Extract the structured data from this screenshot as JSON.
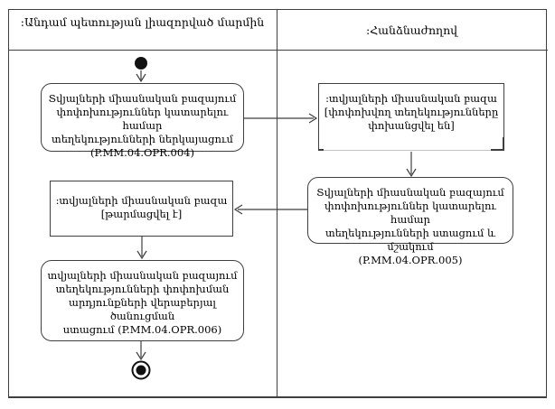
{
  "diagram": {
    "type": "uml-activity-diagram",
    "background_color": "#ffffff",
    "line_color": "#3f3f3f",
    "text_color": "#000000",
    "lanes": [
      {
        "title": ":Անդամ պետության լիազորված մարմին"
      },
      {
        "title": ":Հանձնաժողով"
      }
    ],
    "nodes": {
      "initial": {
        "kind": "initial-node"
      },
      "action_004": {
        "kind": "action",
        "lane": 0,
        "code": "P.MM.04.OPR.004",
        "lines": [
          "Տվյալների միասնական բազայում",
          "փոփոխություններ կատարելու համար",
          "տեղեկությունների ներկայացում",
          "(P.MM.04.OPR.004)"
        ]
      },
      "object_transferred": {
        "kind": "object",
        "lane": 1,
        "lines": [
          ":տվյալների միասնական բազա",
          "[փոփոխվող տեղեկությունները",
          "փոխանցվել են]"
        ]
      },
      "action_005": {
        "kind": "action",
        "lane": 1,
        "code": "P.MM.04.OPR.005",
        "lines": [
          "Տվյալների միասնական բազայում",
          "փոփոխություններ կատարելու համար",
          "տեղեկությունների ստացում և մշակում",
          "(P.MM.04.OPR.005)"
        ]
      },
      "object_updated": {
        "kind": "object",
        "lane": 0,
        "lines": [
          ":տվյալների միասնական բազա",
          "[թարմացվել է]"
        ]
      },
      "action_006": {
        "kind": "action",
        "lane": 0,
        "code": "P.MM.04.OPR.006",
        "lines": [
          "տվյալների միասնական բազայում",
          "տեղեկությունների փոփոխման",
          "արդյունքների վերաբերյալ ծանուցման",
          "ստացում (P.MM.04.OPR.006)"
        ]
      },
      "final": {
        "kind": "activity-final-node"
      }
    },
    "edges": [
      {
        "from": "initial",
        "to": "action_004"
      },
      {
        "from": "action_004",
        "to": "object_transferred"
      },
      {
        "from": "object_transferred",
        "to": "action_005"
      },
      {
        "from": "action_005",
        "to": "object_updated"
      },
      {
        "from": "object_updated",
        "to": "action_006"
      },
      {
        "from": "action_006",
        "to": "final"
      }
    ]
  }
}
